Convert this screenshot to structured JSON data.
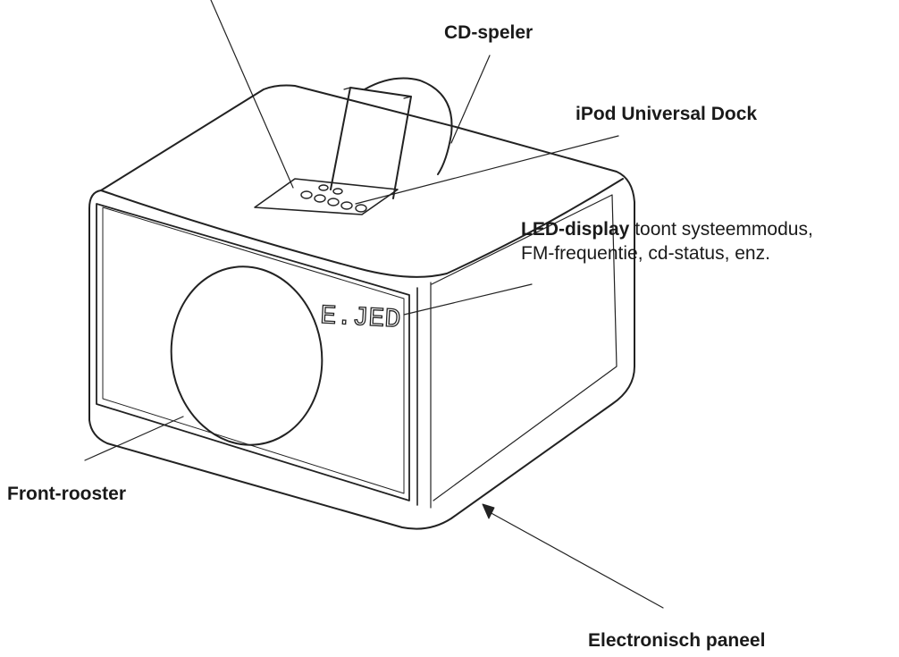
{
  "labels": {
    "cd_player": "CD-speler",
    "ipod_dock": "iPod Universal Dock",
    "led_title": "LED-display",
    "led_desc_line1": " toont systeemmodus,",
    "led_desc_line2": "FM-frequentie, cd-status, enz.",
    "front_grille": "Front-rooster",
    "electronic_panel": "Electronisch paneel"
  },
  "display_text": "E.JED"
}
